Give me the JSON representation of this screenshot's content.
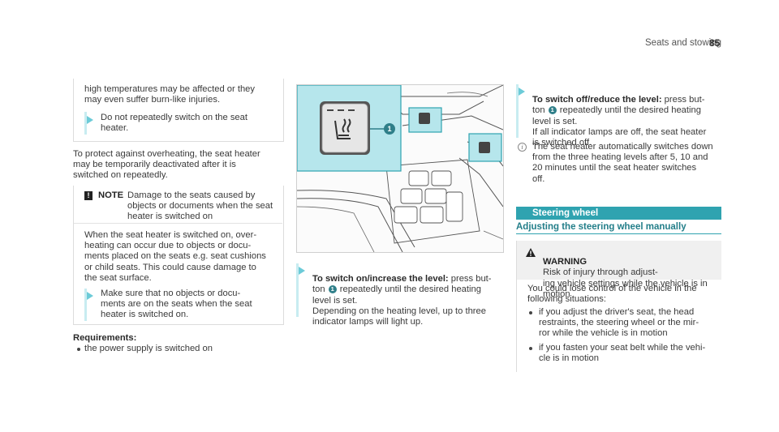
{
  "header": {
    "section": "Seats and stowing",
    "page_number": "85"
  },
  "col1": {
    "intro_text": "high temperatures may be affected or they\nmay even suffer burn-like injuries.",
    "step1": "Do not repeatedly switch on the seat\nheater.",
    "protect_para": "To protect against overheating, the seat heater\nmay be temporarily deactivated after it is\nswitched on repeatedly.",
    "note_label": "NOTE",
    "note_title": "Damage to the seats caused by\nobjects or documents when the seat\nheater is switched on",
    "note_body": "When the seat heater is switched on, over-\nheating can occur due to objects or docu-\nments placed on the seats e.g. seat cushions\nor child seats. This could cause damage to\nthe seat surface.",
    "note_step": "Make sure that no objects or docu-\nments are on the seats when the seat\nheater is switched on.",
    "requirements_heading": "Requirements:",
    "requirement_item": "the power supply is switched on"
  },
  "col2": {
    "image_callout": "1",
    "step_title": "To switch on/increase the level:",
    "step_text_a": " press but-\nton ",
    "step_text_b": " repeatedly until the desired heating\nlevel is set.\nDepending on the heating level, up to three\nindicator lamps will light up.",
    "callout_num": "1"
  },
  "col3": {
    "step_title": "To switch off/reduce the level:",
    "step_text_a": " press but-\nton ",
    "step_text_b": " repeatedly until the desired heating\nlevel is set.\nIf all indicator lamps are off, the seat heater\nis switched off.",
    "callout_num": "1",
    "info_text": "The seat heater automatically switches down\nfrom the three heating levels after 5, 10 and\n20 minutes until the seat heater switches\noff.",
    "section_bar": "Steering wheel",
    "subheading": "Adjusting the steering wheel manually",
    "warning_label": "WARNING",
    "warning_title": "Risk of injury through adjust-\ning vehicle settings while the vehicle is in\nmotion",
    "warning_body": "You could lose control of the vehicle in the\nfollowing situations:",
    "warning_items": [
      "if you adjust the driver's seat, the head\nrestraints, the steering wheel or the mir-\nror while the vehicle is in motion",
      "if you fasten your seat belt while the vehi-\ncle is in motion"
    ]
  },
  "colors": {
    "accent_teal": "#2fa3b0",
    "heading_teal": "#237e89",
    "image_highlight": "#b6e6ec",
    "bullet_arrow": "#6ccbd8"
  },
  "icons": [
    "play-arrow-icon",
    "warning-triangle-icon",
    "info-icon",
    "seat-heater-icon"
  ]
}
